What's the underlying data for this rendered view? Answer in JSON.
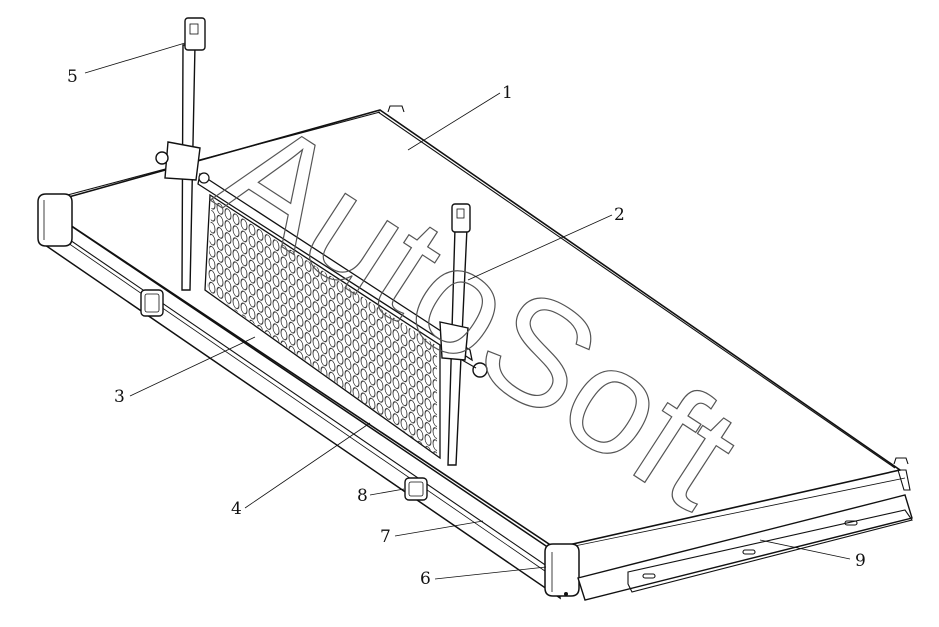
{
  "watermark": "AutoSoft",
  "callouts": [
    "1",
    "2",
    "3",
    "4",
    "5",
    "6",
    "7",
    "8",
    "9"
  ]
}
